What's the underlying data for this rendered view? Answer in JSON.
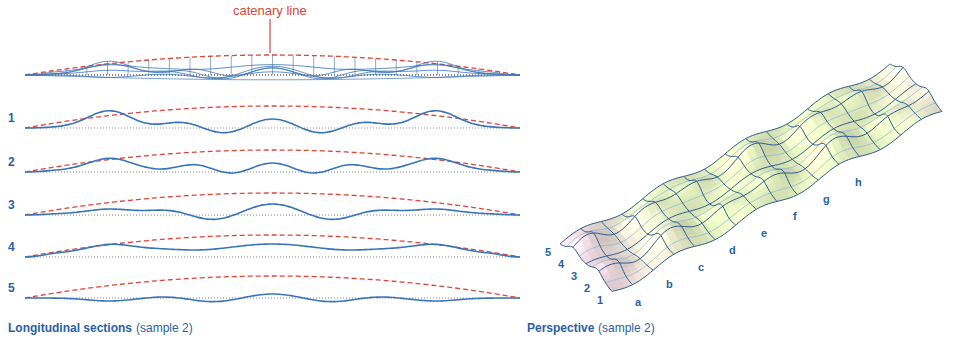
{
  "diagram": {
    "labels": [
      "catenary line",
      "1",
      "2",
      "3",
      "4",
      "5",
      "Longitudinal sections",
      "(sample 2)",
      "5",
      "4",
      "3",
      "2",
      "1",
      "a",
      "b",
      "c",
      "d",
      "e",
      "f",
      "g",
      "h",
      "Perspective",
      "(sample 2)"
    ]
  }
}
